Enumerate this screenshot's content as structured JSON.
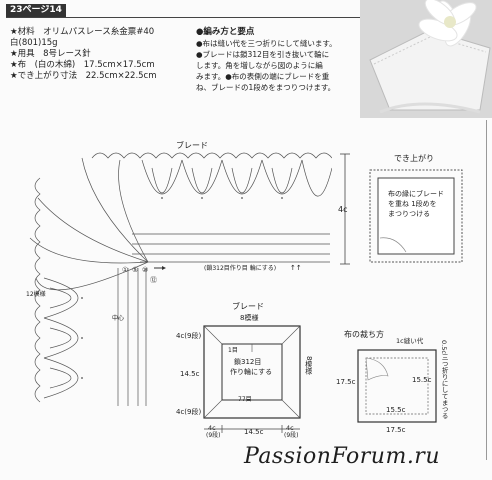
{
  "header": {
    "page_tag": "23ページ14"
  },
  "specs": [
    "★材料　オリムパスレース糸金票#40",
    "白(801)15g",
    "★用具　8号レース針",
    "★布　(白の木綿)　17.5cm×17.5cm",
    "★でき上がり寸法　22.5cm×22.5cm"
  ],
  "method": {
    "title": "●編み方と要点",
    "lines": [
      "●布は縫い代を三つ折りにして縫います。",
      "●ブレードは鎖312目を引き抜いて輪に",
      "します。角を増しながら図のように編",
      "みます。●布の表側の端にブレードを重",
      "ね、ブレードの1段めをまつりつけます。"
    ]
  },
  "main_chart": {
    "label": "ブレード",
    "side_label": "4c",
    "left_note": "12模様",
    "mid_note": "中心",
    "chain_note": "(鎖312目作り目 輪にする)",
    "angle_note": "↑↑",
    "grid_marks": [
      "①",
      "⑤",
      "⑩",
      "⑫"
    ]
  },
  "finished": {
    "title": "でき上がり",
    "note_lines": [
      "布の縁にブレード",
      "を重ね 1段めを",
      "まつりつける"
    ]
  },
  "braid_diagram": {
    "title": "ブレード",
    "top_dim": "8模様",
    "left_dims": [
      "4c(9段)",
      "14.5c",
      "4c(9段)"
    ],
    "center_lines": [
      "鎖312目",
      "作り輪にする"
    ],
    "mark": "77目",
    "right_label": "8模様",
    "bottom_dims": [
      "4c",
      "(9段)",
      "14.5c",
      "4c",
      "(9段)"
    ],
    "side_mark": "1目"
  },
  "cloth_diagram": {
    "title": "布の裁ち方",
    "top_note": "1c縫い代",
    "right_note": "0.5c三つ折りにしてまつる",
    "left_dim": "17.5c",
    "inner_right": "15.5c",
    "inner_bottom": "15.5c",
    "bottom_dim": "17.5c"
  },
  "watermark": "PassionForum.ru"
}
